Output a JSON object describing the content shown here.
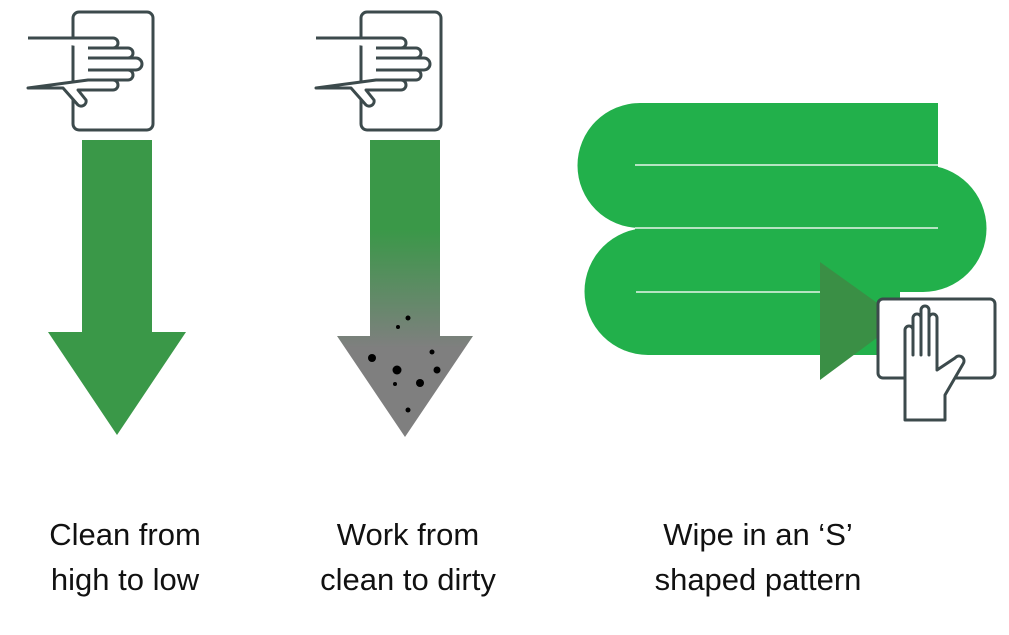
{
  "steps": [
    {
      "line1": "Clean from",
      "line2": "high to low"
    },
    {
      "line1": "Work from",
      "line2": "clean to dirty"
    },
    {
      "line1": "Wipe in an ‘S’",
      "line2": "shaped pattern"
    }
  ],
  "colors": {
    "arrow_green": "#3a9848",
    "s_green": "#22b04b",
    "triangle_green": "#3a8f45",
    "dirt_gray": "#7f7f7f",
    "icon_stroke": "#3c4a4c"
  },
  "icons": [
    "hand-wiping-cloth-icon",
    "hand-wiping-cloth-icon",
    "hand-wiping-cloth-icon"
  ]
}
